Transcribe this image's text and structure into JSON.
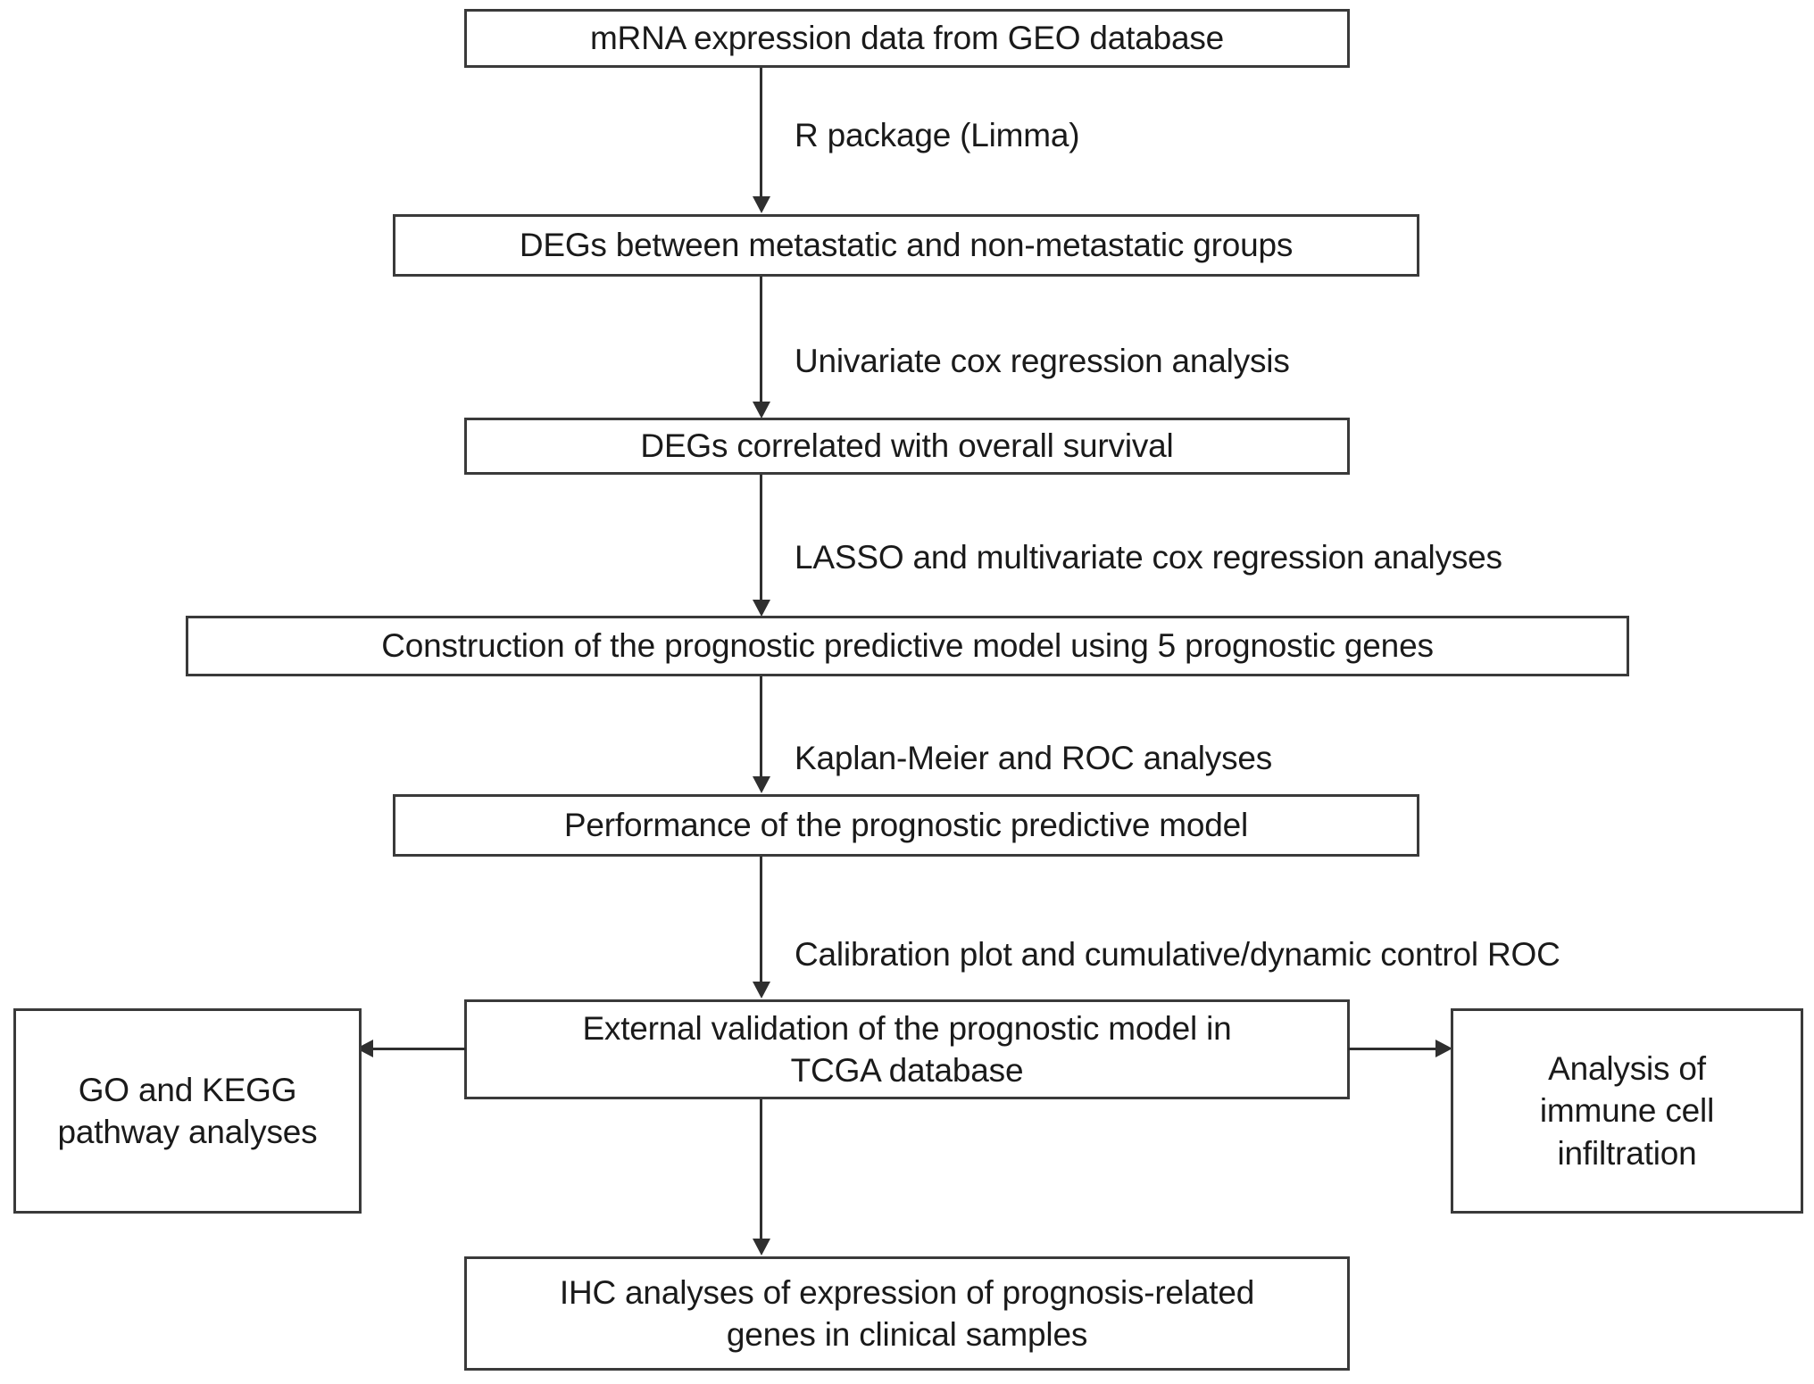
{
  "diagram": {
    "type": "flowchart",
    "title": "Study workflow for construction and validation of a prognostic predictive model",
    "orientation": "top-to-bottom",
    "colors": {
      "box_border": "#3a3a3a",
      "box_fill": "#ffffff",
      "connector": "#2f2f2f",
      "text": "#1a1a1a",
      "background": "#ffffff"
    },
    "nodes": [
      {
        "id": "n1",
        "name": "mrna-expression-data",
        "lines": [
          "mRNA expression data from GEO database"
        ]
      },
      {
        "id": "n2",
        "name": "degs-metastatic-vs-nonmetastatic",
        "lines": [
          "DEGs between metastatic and non-metastatic groups"
        ]
      },
      {
        "id": "n3",
        "name": "degs-correlated-overall-survival",
        "lines": [
          "DEGs correlated with overall survival"
        ]
      },
      {
        "id": "n4",
        "name": "construction-prognostic-model",
        "lines": [
          "Construction of the prognostic predictive model using 5 prognostic genes"
        ]
      },
      {
        "id": "n5",
        "name": "performance-prognostic-model",
        "lines": [
          "Performance of the prognostic predictive model"
        ]
      },
      {
        "id": "n6",
        "name": "external-validation-tcga",
        "line1": "External validation of the prognostic model in",
        "line2": "TCGA database"
      },
      {
        "id": "n7",
        "name": "go-kegg-pathway-analyses",
        "line1": "GO and KEGG",
        "line2": "pathway analyses"
      },
      {
        "id": "n8",
        "name": "immune-cell-infiltration-analysis",
        "line1": "Analysis of",
        "line2": "immune cell",
        "line3": "infiltration"
      },
      {
        "id": "n9",
        "name": "ihc-analyses-clinical-samples",
        "line1": "IHC analyses of expression of prognosis-related",
        "line2": "genes in clinical samples"
      }
    ],
    "edge_labels": [
      {
        "id": "e1",
        "name": "r-package-limma",
        "text": "R package (Limma)"
      },
      {
        "id": "e2",
        "name": "univariate-cox-regression",
        "text": "Univariate cox regression analysis"
      },
      {
        "id": "e3",
        "name": "lasso-multivariate-cox",
        "text": "LASSO and multivariate cox regression analyses"
      },
      {
        "id": "e4",
        "name": "kaplan-meier-roc",
        "text": "Kaplan-Meier and ROC analyses"
      },
      {
        "id": "e5",
        "name": "calibration-dynamic-roc",
        "text": "Calibration plot and cumulative/dynamic control ROC"
      }
    ]
  }
}
